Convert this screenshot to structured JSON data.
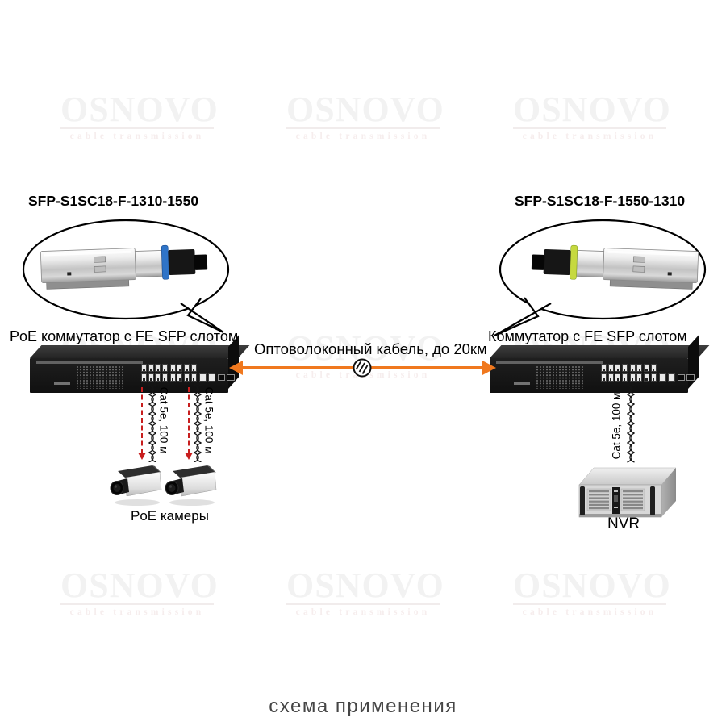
{
  "watermark": {
    "title": "OSNOVO",
    "subtitle": "cable transmission"
  },
  "modules": {
    "left": {
      "label": "SFP-S1SC18-F-1310-1550",
      "latch_color": "#2f74c8"
    },
    "right": {
      "label": "SFP-S1SC18-F-1550-1310",
      "latch_color": "#c6d93f"
    }
  },
  "devices": {
    "switch_left": {
      "label": "PoE коммутатор с FE SFP слотом"
    },
    "switch_right": {
      "label": "Коммутатор с FE SFP слотом"
    },
    "cameras": {
      "label": "PoE камеры"
    },
    "nvr": {
      "label": "NVR"
    }
  },
  "links": {
    "fiber": {
      "label": "Оптоволоконный кабель, до 20км",
      "color": "#f0781e"
    },
    "cat5e": {
      "label": "Cat 5e, 100 м",
      "arrow_color": "#c81e1e"
    }
  },
  "caption": "схема применения"
}
